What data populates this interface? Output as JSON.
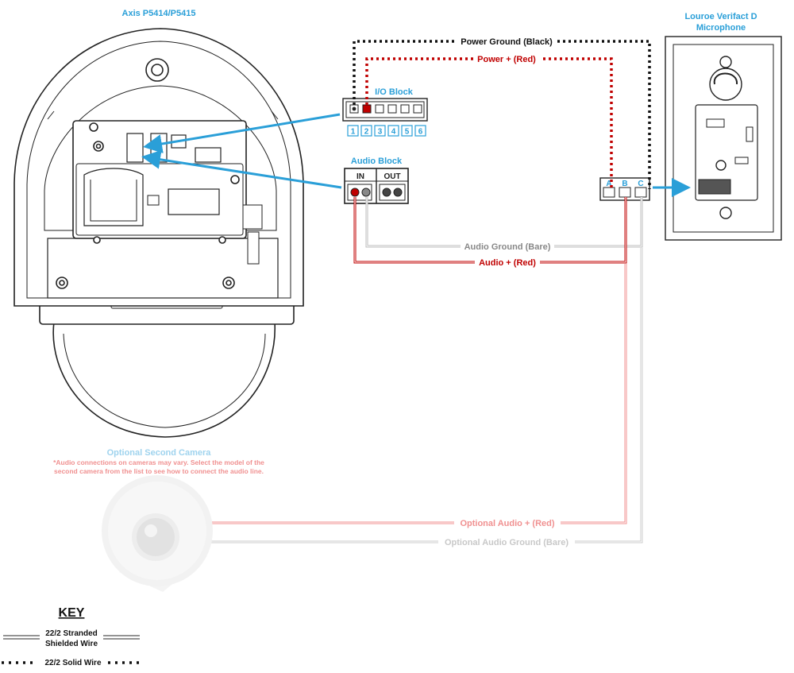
{
  "camera": {
    "title": "Axis P5414/P5415"
  },
  "microphone": {
    "title_line1": "Louroe Verifact D",
    "title_line2": "Microphone"
  },
  "io_block": {
    "title": "I/O Block",
    "pins": [
      "1",
      "2",
      "3",
      "4",
      "5",
      "6"
    ]
  },
  "audio_block": {
    "title": "Audio Block",
    "in_label": "IN",
    "out_label": "OUT"
  },
  "terminal": {
    "a": "A",
    "b": "B",
    "c": "C"
  },
  "wires": {
    "power_ground": "Power Ground (Black)",
    "power_plus": "Power + (Red)",
    "audio_ground": "Audio Ground (Bare)",
    "audio_plus": "Audio + (Red)",
    "optional_audio_plus": "Optional Audio + (Red)",
    "optional_audio_ground": "Optional Audio Ground (Bare)"
  },
  "second_camera": {
    "title": "Optional Second Camera",
    "note_line1": "*Audio connections on cameras may vary. Select the model of the",
    "note_line2": "second camera from the list to see how to connect the audio line."
  },
  "key": {
    "title": "KEY",
    "stranded_line1": "22/2 Stranded",
    "stranded_line2": "Shielded Wire",
    "solid": "22/2 Solid Wire"
  },
  "colors": {
    "accent_blue": "#2a9fd8",
    "wire_red": "#c00000",
    "wire_gray": "#bdbdbd",
    "optional_red": "#f09090",
    "optional_gray": "#cccccc",
    "optional_title": "#9fd3ee"
  }
}
